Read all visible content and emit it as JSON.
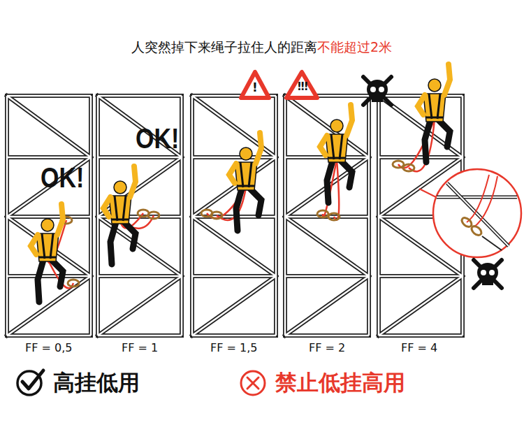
{
  "diagram": {
    "title": "人突然掉下来绳子拉住人的距离",
    "labels": [
      "不能超过2米",
      "OK!",
      "OK!",
      "!",
      "!!!",
      "FF = 0,5",
      "FF = 1",
      "FF = 1,5",
      "FF = 2",
      "FF = 4",
      "高挂低用",
      "禁止低挂高用"
    ]
  }
}
